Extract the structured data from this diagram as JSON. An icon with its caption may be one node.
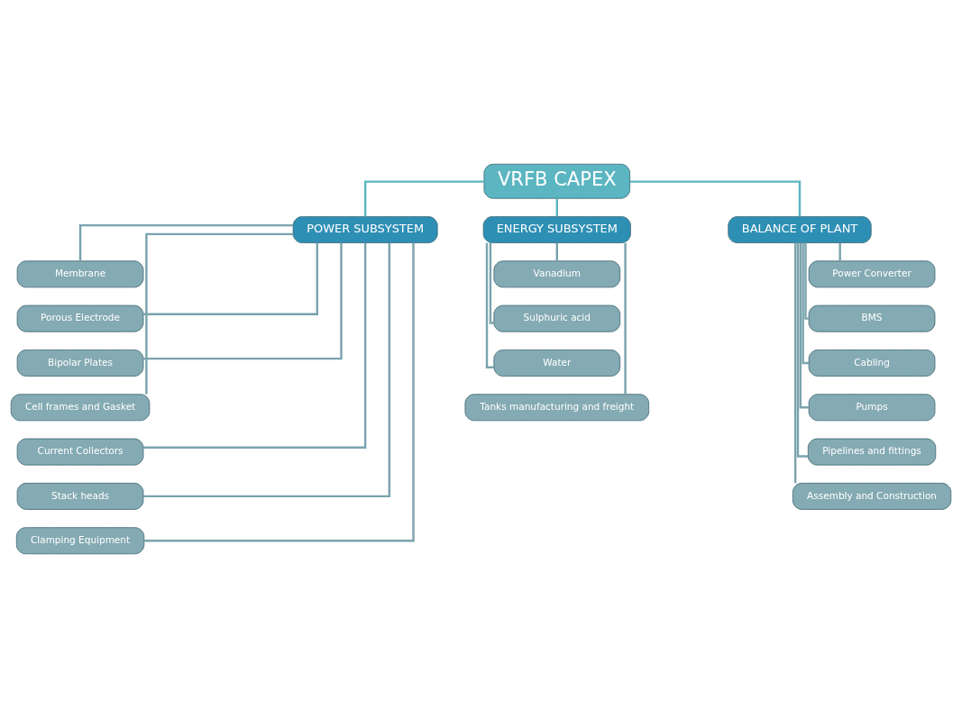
{
  "diagram": {
    "nodes": [
      {
        "text": [
          "VRFB CAPEX"
        ]
      },
      {
        "text": [
          "POWER SUBSYSTEM"
        ]
      },
      {
        "text": [
          "ENERGY SUBSYSTEM"
        ]
      },
      {
        "text": [
          "BALANCE OF PLANT"
        ]
      },
      {
        "text": [
          "Membrane"
        ]
      },
      {
        "text": [
          "Porous Electrode"
        ]
      },
      {
        "text": [
          "Bipolar Plates"
        ]
      },
      {
        "text": [
          "Cell frames and Gasket"
        ]
      },
      {
        "text": [
          "Current Collectors"
        ]
      },
      {
        "text": [
          "Stack heads"
        ]
      },
      {
        "text": [
          "Clamping Equipment"
        ]
      },
      {
        "text": [
          "Vanadium"
        ]
      },
      {
        "text": [
          "Sulphuric acid"
        ]
      },
      {
        "text": [
          "Water"
        ]
      },
      {
        "text": [
          "Tanks manufacturing and freight"
        ]
      },
      {
        "text": [
          "Power Converter"
        ]
      },
      {
        "text": [
          "BMS"
        ]
      },
      {
        "text": [
          "Cabling"
        ]
      },
      {
        "text": [
          "Pumps"
        ]
      },
      {
        "text": [
          "Pipelines and fittings"
        ]
      },
      {
        "text": [
          "Assembly and Construction"
        ]
      }
    ],
    "edges": [
      {
        "from": 0,
        "to": 1,
        "arrow": "none",
        "color": "#5bb6c1"
      },
      {
        "from": 0,
        "to": 2,
        "arrow": "none",
        "color": "#5bb6c1"
      },
      {
        "from": 0,
        "to": 3,
        "arrow": "none",
        "color": "#5bb6c1"
      },
      {
        "from": 1,
        "to": 4,
        "arrow": "none"
      },
      {
        "from": 1,
        "to": 5,
        "arrow": "none"
      },
      {
        "from": 1,
        "to": 6,
        "arrow": "none"
      },
      {
        "from": 1,
        "to": 7,
        "arrow": "none"
      },
      {
        "from": 1,
        "to": 8,
        "arrow": "none"
      },
      {
        "from": 1,
        "to": 9,
        "arrow": "none"
      },
      {
        "from": 1,
        "to": 10,
        "arrow": "none"
      },
      {
        "from": 2,
        "to": 11,
        "arrow": "none"
      },
      {
        "from": 2,
        "to": 12,
        "arrow": "none"
      },
      {
        "from": 2,
        "to": 13,
        "arrow": "none"
      },
      {
        "from": 2,
        "to": 14,
        "arrow": "none"
      },
      {
        "from": 3,
        "to": 15,
        "arrow": "none"
      },
      {
        "from": 3,
        "to": 16,
        "arrow": "none"
      },
      {
        "from": 3,
        "to": 17,
        "arrow": "none"
      },
      {
        "from": 3,
        "to": 18,
        "arrow": "none"
      },
      {
        "from": 3,
        "to": 19,
        "arrow": "none"
      },
      {
        "from": 3,
        "to": 20,
        "arrow": "none"
      }
    ]
  }
}
